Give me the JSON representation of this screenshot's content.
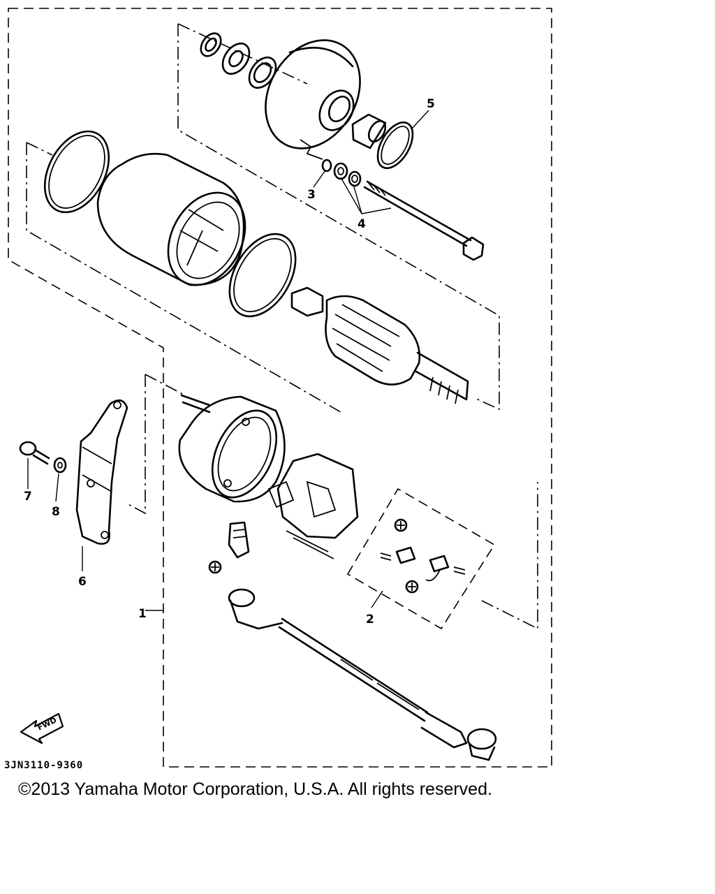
{
  "diagram": {
    "callouts": {
      "c1": "1",
      "c2": "2",
      "c3": "3",
      "c4": "4",
      "c5": "5",
      "c6": "6",
      "c7": "7",
      "c8": "8"
    },
    "fwd_label": "FWD",
    "drawing_code": "3JN3110-9360"
  },
  "footer": {
    "copyright": "©2013 Yamaha Motor Corporation, U.S.A. All rights reserved."
  }
}
